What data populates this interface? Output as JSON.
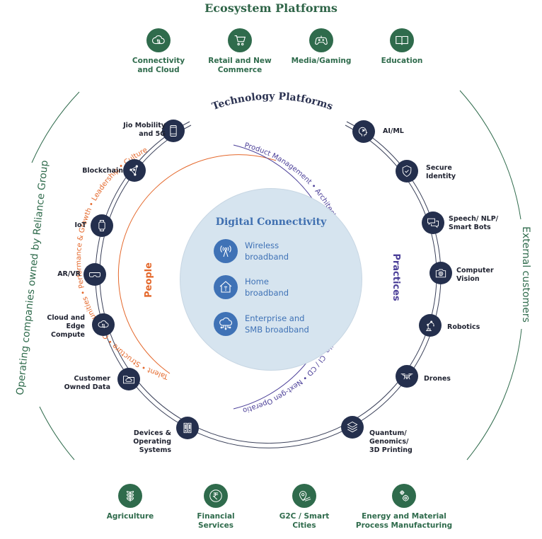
{
  "ecosystem": {
    "title": "Ecosystem Platforms",
    "items": [
      {
        "label_line1": "Connectivity",
        "label_line2": "and Cloud",
        "icon": "cloud-sync-icon"
      },
      {
        "label_line1": "Retail and New",
        "label_line2": "Commerce",
        "icon": "shopping-cart-icon"
      },
      {
        "label_line1": "Media/Gaming",
        "label_line2": "",
        "icon": "gamepad-icon"
      },
      {
        "label_line1": "Education",
        "label_line2": "",
        "icon": "book-icon"
      }
    ]
  },
  "technology": {
    "title": "Technology Platforms",
    "left_nodes": [
      {
        "line1": "Jio Mobility",
        "line2": "and 5G",
        "line3": "",
        "icon": "smartphone-icon"
      },
      {
        "line1": "Blockchain",
        "line2": "",
        "line3": "",
        "icon": "blockchain-icon"
      },
      {
        "line1": "IoT",
        "line2": "",
        "line3": "",
        "icon": "smartwatch-icon"
      },
      {
        "line1": "AR/VR",
        "line2": "",
        "line3": "",
        "icon": "vr-headset-icon"
      },
      {
        "line1": "Cloud and",
        "line2": "Edge",
        "line3": "Compute",
        "icon": "cloud-compute-icon"
      },
      {
        "line1": "Customer",
        "line2": "Owned Data",
        "line3": "",
        "icon": "folder-cloud-icon"
      },
      {
        "line1": "Devices &",
        "line2": "Operating",
        "line3": "Systems",
        "icon": "server-icon"
      }
    ],
    "right_nodes": [
      {
        "line1": "AI/ML",
        "line2": "",
        "line3": "",
        "icon": "ai-head-icon"
      },
      {
        "line1": "Secure",
        "line2": "Identity",
        "line3": "",
        "icon": "shield-check-icon"
      },
      {
        "line1": "Speech/ NLP/",
        "line2": "Smart Bots",
        "line3": "",
        "icon": "chat-bubbles-icon"
      },
      {
        "line1": "Computer",
        "line2": "Vision",
        "line3": "",
        "icon": "camera-icon"
      },
      {
        "line1": "Robotics",
        "line2": "",
        "line3": "",
        "icon": "robot-arm-icon"
      },
      {
        "line1": "Drones",
        "line2": "",
        "line3": "",
        "icon": "drone-icon"
      },
      {
        "line1": "Quantum/",
        "line2": "Genomics/",
        "line3": "3D Printing",
        "icon": "layers-icon"
      }
    ]
  },
  "people": {
    "title": "People",
    "arc_text": "Talent • Structure • Communities • Performance & Growth • Leadership • Culture",
    "color": "#e4672a"
  },
  "practices": {
    "title": "Practices",
    "arc_text": "Product Management • Architecture • System of Works • Quality • Agile, CI / CD • Next-gen Operation",
    "color": "#4b3f98"
  },
  "core": {
    "title": "Digital Connectivity",
    "items": [
      {
        "line1": "Wireless",
        "line2": "broadband",
        "icon": "wireless-tower-icon"
      },
      {
        "line1": "Home",
        "line2": "broadband",
        "icon": "home-wifi-icon"
      },
      {
        "line1": "Enterprise and",
        "line2": "SMB broadband",
        "icon": "cloud-network-icon"
      }
    ]
  },
  "side_labels": {
    "left": "Operating companies owned by Reliance Group",
    "right": "External customers"
  },
  "industries": {
    "items": [
      {
        "label_line1": "Agriculture",
        "label_line2": "",
        "icon": "plant-icon"
      },
      {
        "label_line1": "Financial",
        "label_line2": "Services",
        "icon": "rupee-icon"
      },
      {
        "label_line1": "G2C / Smart",
        "label_line2": "Cities",
        "icon": "map-pin-icon"
      },
      {
        "label_line1": "Energy and Material",
        "label_line2": "Process Manufacturing",
        "icon": "gears-icon"
      }
    ]
  },
  "colors": {
    "green": "#2f6b4c",
    "navy": "#242f4d",
    "core_blue": "#3f72b6",
    "core_fill": "#d6e4ef",
    "orange": "#e4672a",
    "purple": "#4b3f98"
  }
}
